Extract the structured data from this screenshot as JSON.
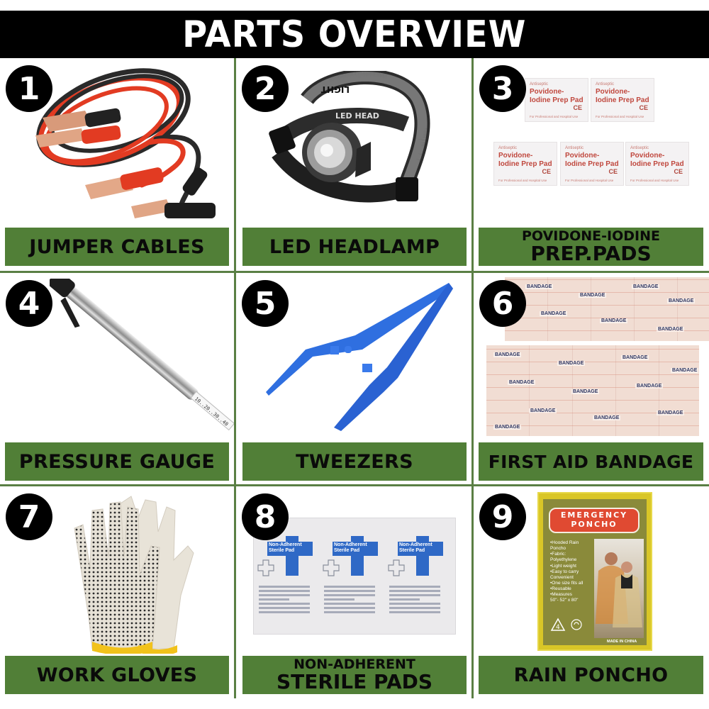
{
  "header": {
    "title": "PARTS OVERVIEW"
  },
  "colors": {
    "banner_bg": "#000000",
    "label_bg": "#517f37",
    "grid_line": "#5a7f44",
    "badge_bg": "#000000"
  },
  "items": [
    {
      "number": "1",
      "label": "JUMPER CABLES",
      "icon": "jumper-cables"
    },
    {
      "number": "2",
      "label": "LED HEADLAMP",
      "icon": "led-headlamp",
      "strap_text": [
        "LED HEAD",
        "LIGHT"
      ]
    },
    {
      "number": "3",
      "label_line1": "POVIDONE-IODINE",
      "label_line2": "PREP.PADS",
      "icon": "prep-pads",
      "sachet": {
        "top": "Antiseptic",
        "name": "Povidone-Iodine Prep Pad",
        "mark": "CE",
        "footer": "For Professional and Hospital Use"
      }
    },
    {
      "number": "4",
      "label": "PRESSURE GAUGE",
      "icon": "pressure-gauge"
    },
    {
      "number": "5",
      "label": "TWEEZERS",
      "icon": "tweezers"
    },
    {
      "number": "6",
      "label": "FIRST AID BANDAGE",
      "icon": "bandages",
      "bandage_text": "BANDAGE"
    },
    {
      "number": "7",
      "label": "WORK GLOVES",
      "icon": "work-gloves"
    },
    {
      "number": "8",
      "label_line1": "NON-ADHERENT",
      "label_line2": "STERILE PADS",
      "icon": "sterile-pads",
      "pad": {
        "name_line1": "Non-Adherent",
        "name_line2": "Sterile Pad",
        "heading": "FOR COVERING & CLEANING WOUNDS",
        "directions": "DIRECTIONS",
        "warning": "Keep Out of Reach of Children Unless Under Adult Supervision"
      }
    },
    {
      "number": "9",
      "label": "RAIN PONCHO",
      "icon": "rain-poncho",
      "package": {
        "title_line1": "EMERGENCY",
        "title_line2": "PONCHO",
        "features": [
          "•Hooded Rain",
          " Poncho",
          "•Fabric:",
          " Polyethylene",
          "•Light weight",
          "•Easy to carry",
          " Convenient",
          "•One size fits all",
          "•Reusable",
          "•Measures",
          " 50\"- 52\" x 80\""
        ],
        "recycle_code": "4",
        "made_in": "MADE IN CHINA"
      }
    }
  ]
}
